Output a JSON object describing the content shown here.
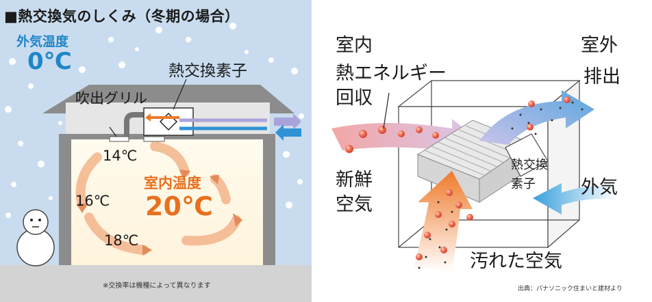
{
  "title": "■熱交換気のしくみ（冬期の場合）",
  "left_panel": {
    "outside_temp_label": "外気温度",
    "outside_temp_value": "0℃",
    "exchanger_label": "熱交換素子",
    "grille_label": "吹出グリル",
    "temps": [
      "14℃",
      "16℃",
      "18℃"
    ],
    "room_temp_label": "室内温度",
    "room_temp_value": "20℃",
    "note": "※交換率は機種によって異なります"
  },
  "right_panel": {
    "indoor_label": "室内",
    "outdoor_label": "室外",
    "heat_recovery_label": "熱エネルギー\n回収",
    "exhaust_label": "排出",
    "fresh_air_label": "新鮮\n空気",
    "outside_air_label": "外気",
    "dirty_air_label": "汚れた空気",
    "element_label": "熱交換\n素子",
    "credit": "出典：パナソニック住まいと建材より"
  },
  "colors": {
    "accent_blue": "#1f86c8",
    "accent_orange": "#e8701f",
    "wall_gray": "#9a9a9a",
    "sky": "#c9dcef"
  }
}
